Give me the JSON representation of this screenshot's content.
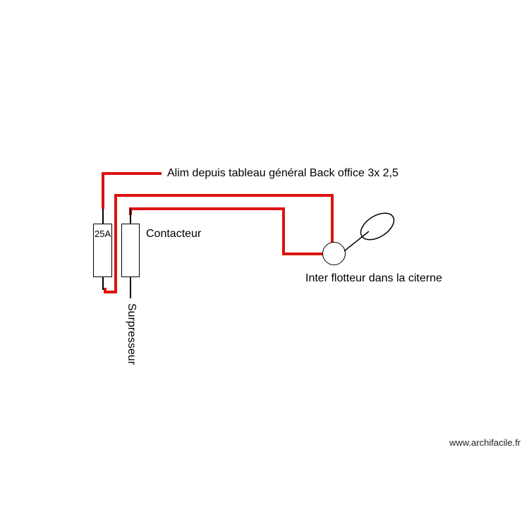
{
  "diagram": {
    "supply_label": "Alim depuis tableau général Back office 3x 2,5",
    "breaker": {
      "label": "25A"
    },
    "contactor": {
      "label": "Contacteur"
    },
    "pump": {
      "label": "Surpresseur"
    },
    "float_switch": {
      "label": "Inter flotteur dans la citerne"
    },
    "colors": {
      "wire": "#dd1111",
      "stroke": "#000000"
    }
  },
  "footer": {
    "watermark": "www.archifacile.fr"
  }
}
